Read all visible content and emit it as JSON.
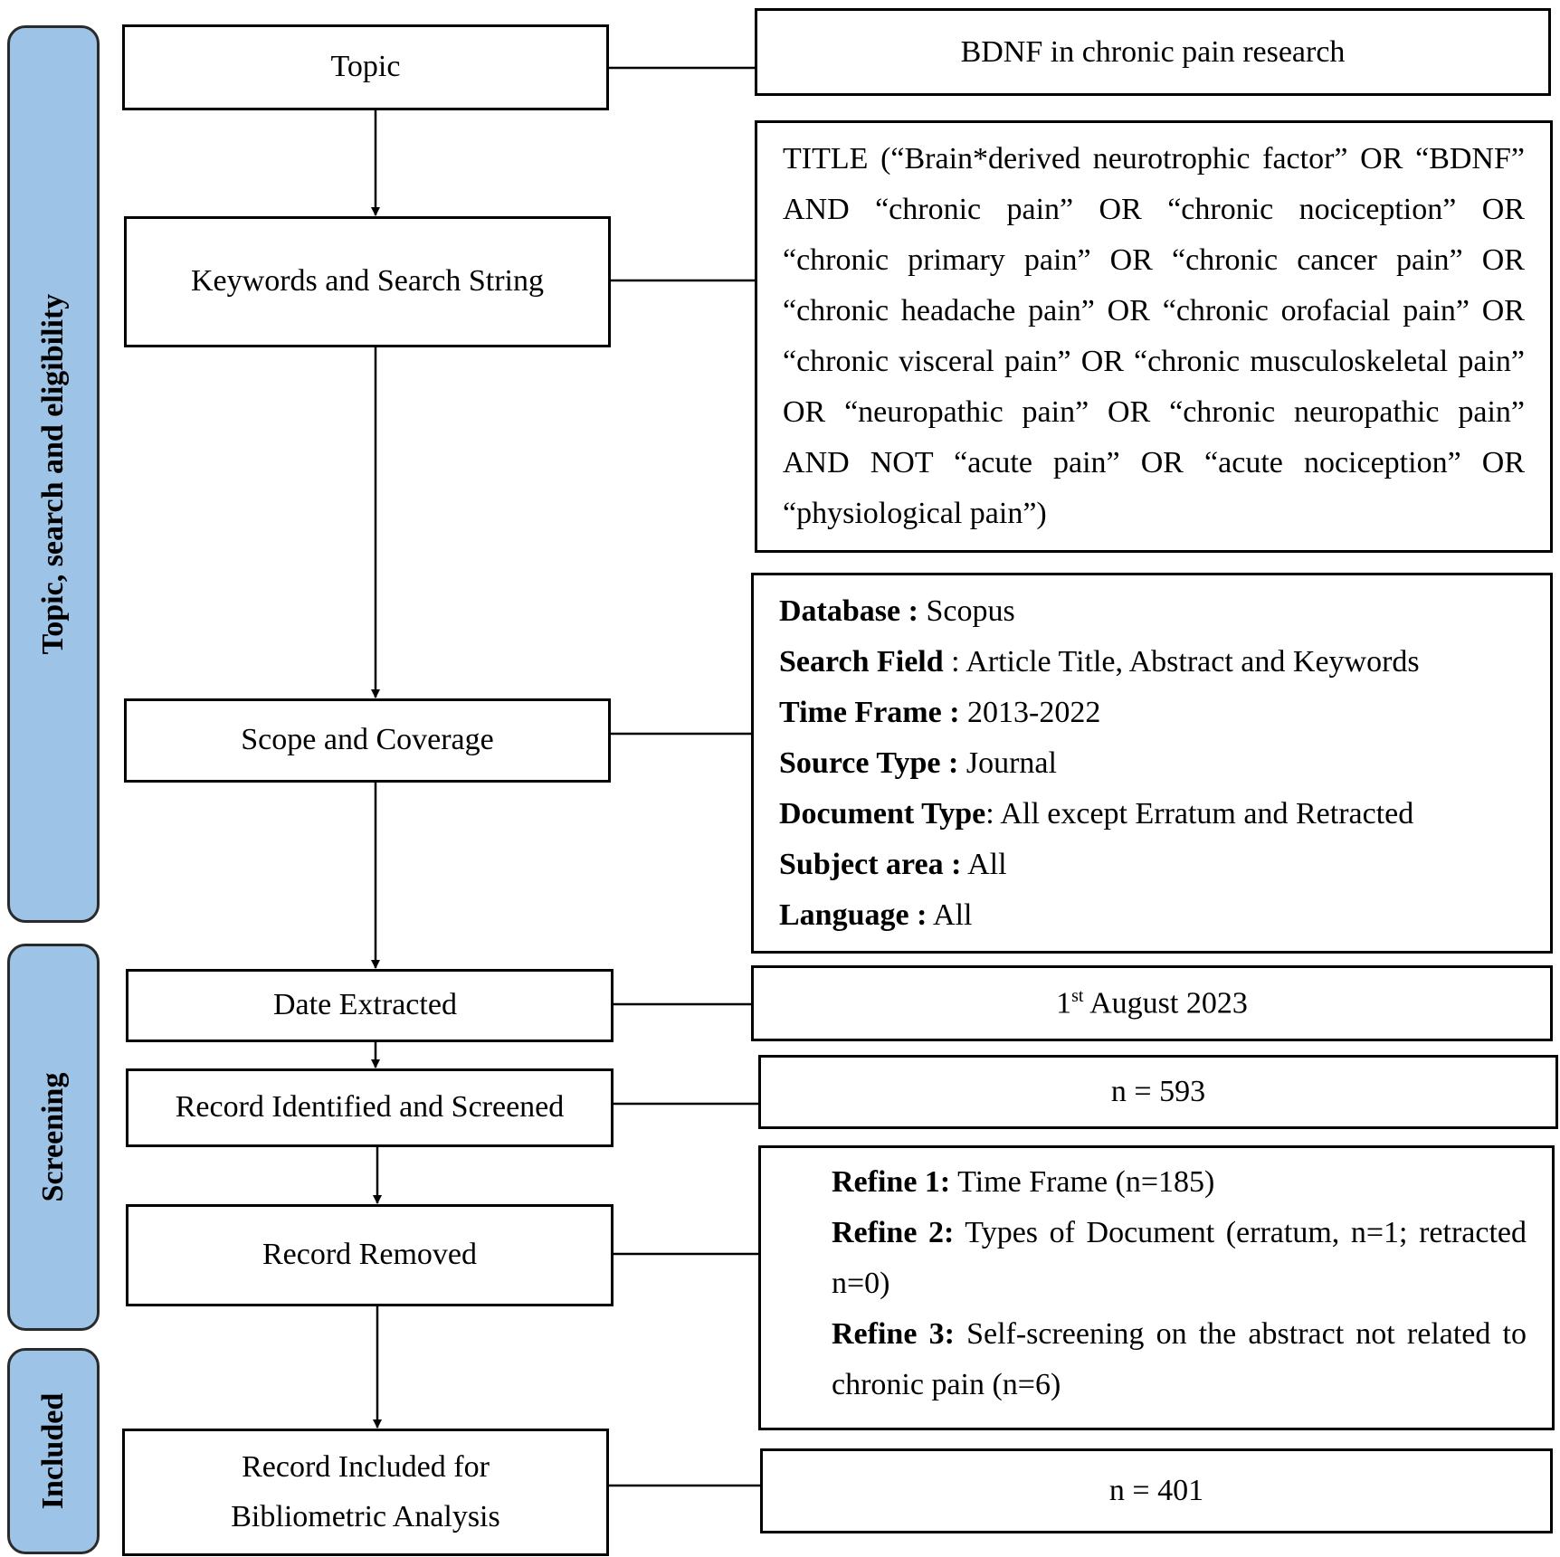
{
  "phases": {
    "topic_search": "Topic, search and eligibility",
    "screening": "Screening",
    "included": "Included"
  },
  "steps": {
    "topic": "Topic",
    "keywords": "Keywords and Search String",
    "scope": "Scope and Coverage",
    "date_extracted": "Date Extracted",
    "record_identified": "Record Identified and Screened",
    "record_removed": "Record Removed",
    "record_included_line1": "Record Included for",
    "record_included_line2": "Bibliometric Analysis"
  },
  "details": {
    "topic": "BDNF in chronic pain research",
    "search_string": "TITLE (“Brain*derived neurotrophic factor” OR “BDNF” AND “chronic pain” OR “chronic nociception” OR “chronic primary pain” OR “chronic cancer pain” OR “chronic headache pain” OR “chronic orofacial pain” OR “chronic visceral pain” OR “chronic musculoskeletal pain” OR “neuropathic pain” OR “chronic neuropathic pain” AND NOT “acute pain” OR “acute nociception” OR “physiological pain”)",
    "scope": [
      {
        "label": "Database :",
        "value": " Scopus"
      },
      {
        "label": "Search Field",
        "value": " : Article Title, Abstract and Keywords"
      },
      {
        "label": "Time Frame :",
        "value": " 2013-2022"
      },
      {
        "label": "Source Type :",
        "value": " Journal"
      },
      {
        "label": "Document Type",
        "value": ": All except Erratum and Retracted"
      },
      {
        "label": "Subject area :",
        "value": " All"
      },
      {
        "label": "Language :",
        "value": " All"
      }
    ],
    "date_day": "1",
    "date_suffix": "st",
    "date_rest": " August 2023",
    "identified_count": "n = 593",
    "refines": [
      {
        "label": "Refine 1:",
        "value": " Time Frame (n=185)"
      },
      {
        "label": "Refine 2:",
        "value": " Types of Document (erratum, n=1; retracted n=0)"
      },
      {
        "label": "Refine 3:",
        "value": " Self-screening on the abstract not related to chronic pain (n=6)"
      }
    ],
    "included_count": "n = 401"
  }
}
